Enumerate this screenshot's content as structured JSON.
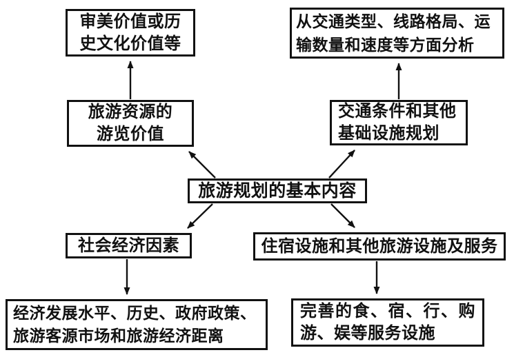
{
  "diagram": {
    "title_node": {
      "label": "旅游规划的基本内容"
    },
    "branches": {
      "viewing_value": {
        "line1": "旅游资源的",
        "line2": "游览价值"
      },
      "aesthetic_value": {
        "line1": "审美价值或历",
        "line2": "史文化价值等"
      },
      "infrastructure": {
        "line1": "交通条件和其他",
        "line2": "基础设施规划"
      },
      "transport_analysis": {
        "line1": "从交通类型、线路格局、运",
        "line2": "输数量和速度等方面分析"
      },
      "social_economy": {
        "label": "社会经济因素"
      },
      "economy_detail": {
        "line1": "经济发展水平、历史、政府政策、",
        "line2": "旅游客源市场和旅游经济距离"
      },
      "accommodation": {
        "label": "住宿设施和其他旅游设施及服务"
      },
      "services_detail": {
        "line1": "完善的食、宿、行、购",
        "line2": "游、娱等服务设施"
      }
    },
    "edges": [
      {
        "from": "center",
        "to": "viewing_value"
      },
      {
        "from": "center",
        "to": "infrastructure"
      },
      {
        "from": "center",
        "to": "social_economy"
      },
      {
        "from": "center",
        "to": "accommodation"
      },
      {
        "from": "viewing_value",
        "to": "aesthetic_value"
      },
      {
        "from": "infrastructure",
        "to": "transport_analysis"
      },
      {
        "from": "social_economy",
        "to": "economy_detail"
      },
      {
        "from": "accommodation",
        "to": "services_detail"
      }
    ],
    "colors": {
      "line": "#111111",
      "text": "#111111",
      "background": "#ffffff"
    }
  }
}
